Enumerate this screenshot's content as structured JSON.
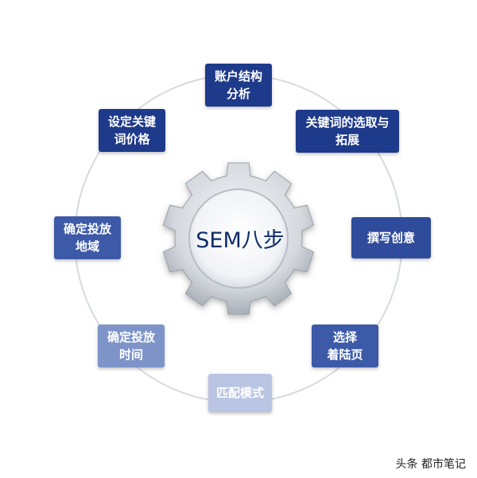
{
  "center": {
    "label": "SEM八步"
  },
  "steps": [
    {
      "label": "账户结构\n分析"
    },
    {
      "label": "关键词的选取与\n拓展"
    },
    {
      "label": "撰写创意"
    },
    {
      "label": "选择\n着陆页"
    },
    {
      "label": "匹配模式"
    },
    {
      "label": "确定投放\n时间"
    },
    {
      "label": "确定投放\n地域"
    },
    {
      "label": "设定关键\n词价格"
    }
  ],
  "watermark": {
    "text": "头条 都市笔记"
  },
  "colors": {
    "step_dark": "#1e3a8a",
    "step_medium": "#3d5aa8",
    "step_light": "#7e94c9",
    "step_faded": "#b9c5e3",
    "ring": "#d8dce3",
    "gear": "#c7ccd3"
  }
}
